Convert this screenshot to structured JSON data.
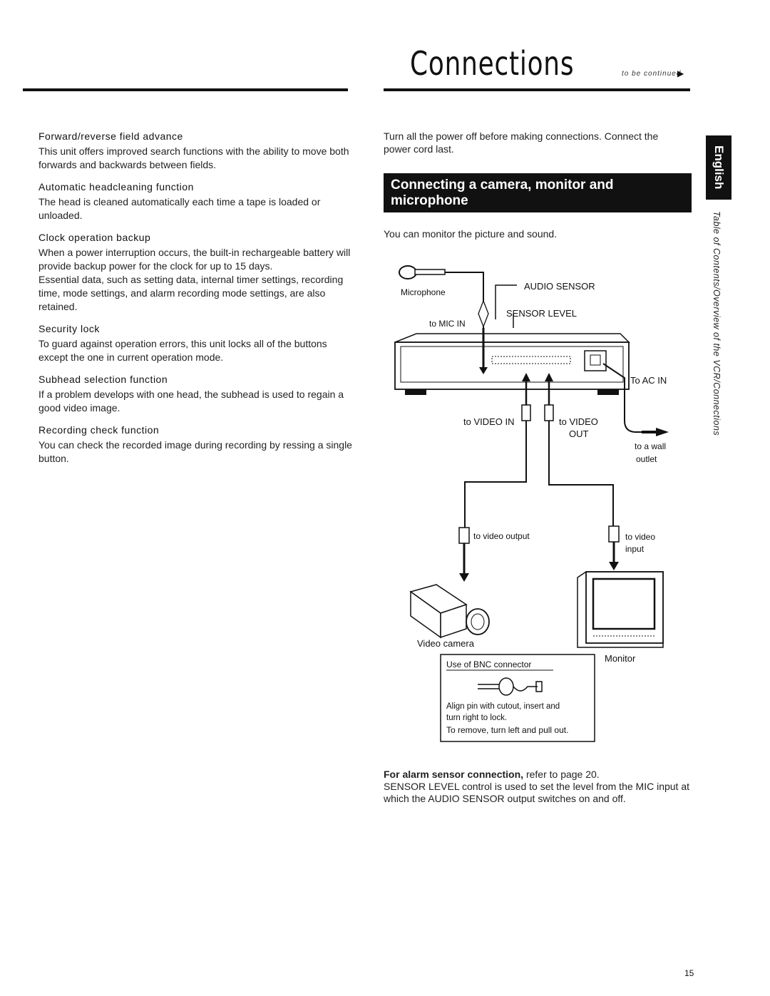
{
  "header": {
    "title": "Connections",
    "continued": "to be continued"
  },
  "left": {
    "sections": [
      {
        "heading": "Forward/reverse field advance",
        "body": "This unit offers improved search functions with the ability to move both forwards and backwards between fields."
      },
      {
        "heading": "Automatic headcleaning function",
        "body": "The head is cleaned automatically each time a tape is loaded or unloaded."
      },
      {
        "heading": "Clock operation backup",
        "body": "When a power interruption occurs, the built-in rechargeable battery will provide backup power for the clock for up to 15 days.",
        "body2": "Essential data, such as setting data, internal timer settings, recording time, mode settings, and alarm recording mode settings, are also retained."
      },
      {
        "heading": "Security lock",
        "body": "To guard against operation errors, this unit locks all of the buttons except the one in current operation mode."
      },
      {
        "heading": "Subhead selection function",
        "body": "If a problem develops with one head, the subhead is used to regain a good video image."
      },
      {
        "heading": "Recording check function",
        "body": "You can check the recorded image during recording by ressing a single button."
      }
    ]
  },
  "right": {
    "intro": "Turn all the power off before making connections. Connect the power cord last.",
    "banner": "Connecting a camera, monitor and microphone",
    "monitor_text": "You can monitor the picture and sound.",
    "diagram": {
      "microphone": "Microphone",
      "audio_sensor": "AUDIO SENSOR",
      "sensor_level": "SENSOR LEVEL",
      "to_mic_in": "to MIC IN",
      "to_ac_in": "To AC IN",
      "to_video_in": "to VIDEO IN",
      "to_video_out": "to VIDEO",
      "out": "OUT",
      "to_a_wall": "to a wall",
      "outlet": "outlet",
      "to_video_output": "to video output",
      "to_video": "to video",
      "input": "input",
      "video_camera": "Video camera",
      "monitor": "Monitor",
      "bnc_title": "Use of BNC connector",
      "bnc_line1": "Align pin with cutout, insert and",
      "bnc_line2": "turn right to lock.",
      "bnc_line3": "To remove, turn left and pull out."
    },
    "footer_bold": "For alarm sensor connection,",
    "footer_rest": " refer to page 20.",
    "footer_body": "SENSOR LEVEL control is used to set the level from the MIC input at which the AUDIO SENSOR output switches on and off."
  },
  "side": {
    "tab": "English",
    "nav": "Table of Contents/Overview of the VCR/Connections"
  },
  "page_number": "15"
}
